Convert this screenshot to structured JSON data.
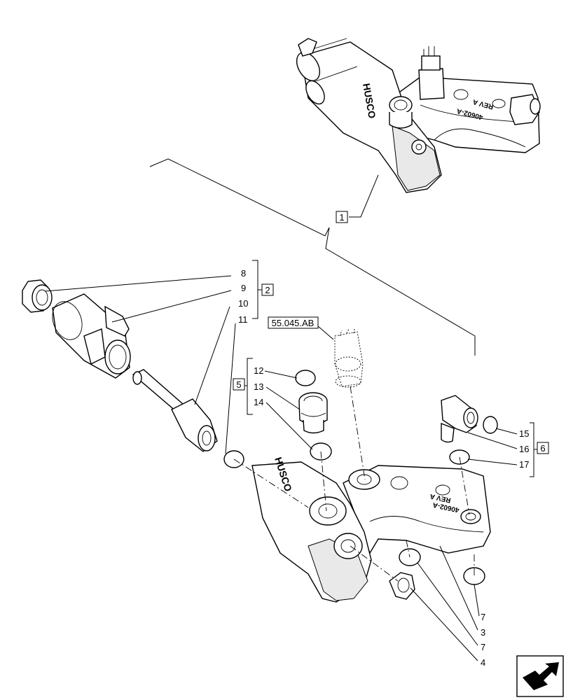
{
  "callouts": {
    "c1": "1",
    "c2": "2",
    "c3": "3",
    "c4": "4",
    "c5": "5",
    "c6": "6",
    "c7a": "7",
    "c7b": "7",
    "c8": "8",
    "c9": "9",
    "c10": "10",
    "c11": "11",
    "c12": "12",
    "c13": "13",
    "c14": "14",
    "c15": "15",
    "c16": "16",
    "c17": "17"
  },
  "reference": "55.045.AB",
  "stamps": {
    "brand_top": "HUSCO",
    "code_top": "40602-A",
    "rev_top": "REV A",
    "brand_main": "HUSCO",
    "code_main": "40602-A",
    "rev_main": "REV A"
  },
  "nav_icon": "arrow-next-icon"
}
